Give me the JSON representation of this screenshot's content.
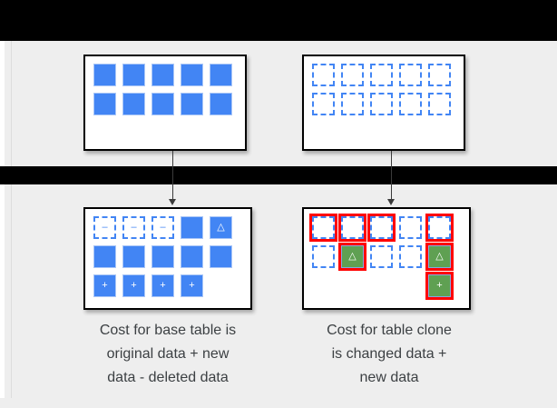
{
  "diagram": {
    "title_alt": "Table clone storage cost diagram",
    "colors": {
      "blue": "#4285f4",
      "green": "#5fa052",
      "highlight_red": "#ff0000",
      "panel_bg": "#eeeeee",
      "band_black": "#000000",
      "card_bg": "#ffffff",
      "text": "#3c4043"
    },
    "glyphs": {
      "minus": "–",
      "plus": "+",
      "delta": "△"
    },
    "top_row": {
      "base_table": {
        "name": "base-table-original",
        "rows": [
          [
            "solid",
            "solid",
            "solid",
            "solid",
            "solid"
          ],
          [
            "solid",
            "solid",
            "solid",
            "solid",
            "solid"
          ]
        ],
        "labels": [
          [
            "",
            "",
            "",
            "",
            ""
          ],
          [
            "",
            "",
            "",
            "",
            ""
          ]
        ]
      },
      "clone_table": {
        "name": "table-clone-original",
        "rows": [
          [
            "dashed",
            "dashed",
            "dashed",
            "dashed",
            "dashed"
          ],
          [
            "dashed",
            "dashed",
            "dashed",
            "dashed",
            "dashed"
          ]
        ],
        "labels": [
          [
            "",
            "",
            "",
            "",
            ""
          ],
          [
            "",
            "",
            "",
            "",
            ""
          ]
        ]
      }
    },
    "bottom_row": {
      "base_table": {
        "name": "base-table-after",
        "rows": [
          [
            "dashed",
            "dashed",
            "dashed",
            "solid",
            "solid"
          ],
          [
            "solid",
            "solid",
            "solid",
            "solid",
            "solid"
          ],
          [
            "solid",
            "solid",
            "solid",
            "solid",
            "blank"
          ]
        ],
        "labels": [
          [
            "–",
            "–",
            "–",
            "",
            "△"
          ],
          [
            "",
            "",
            "",
            "",
            ""
          ],
          [
            "+",
            "+",
            "+",
            "+",
            ""
          ]
        ],
        "highlight": [
          [
            false,
            false,
            false,
            false,
            false
          ],
          [
            false,
            false,
            false,
            false,
            false
          ],
          [
            false,
            false,
            false,
            false,
            false
          ]
        ]
      },
      "clone_table": {
        "name": "table-clone-after",
        "rows": [
          [
            "dashed",
            "dashed",
            "dashed",
            "dashed",
            "dashed"
          ],
          [
            "dashed",
            "green",
            "dashed",
            "dashed",
            "green"
          ],
          [
            "blank",
            "blank",
            "blank",
            "blank",
            "green"
          ]
        ],
        "labels": [
          [
            "",
            "",
            "",
            "",
            ""
          ],
          [
            "",
            "△",
            "",
            "",
            "△"
          ],
          [
            "",
            "",
            "",
            "",
            "+"
          ]
        ],
        "highlight": [
          [
            true,
            true,
            true,
            false,
            true
          ],
          [
            false,
            true,
            false,
            false,
            true
          ],
          [
            false,
            false,
            false,
            false,
            true
          ]
        ]
      }
    },
    "captions": {
      "left": "Cost for base table is original data + new data - deleted data",
      "left_lines": [
        "Cost for base table is",
        "original data + new",
        "data - deleted data"
      ],
      "right": "Cost for table clone is changed data + new data",
      "right_lines": [
        "Cost for table clone",
        "is changed data +",
        "new data"
      ]
    },
    "arrows": [
      {
        "name": "arrow-base-table",
        "label": ""
      },
      {
        "name": "arrow-clone-table",
        "label": ""
      }
    ]
  }
}
